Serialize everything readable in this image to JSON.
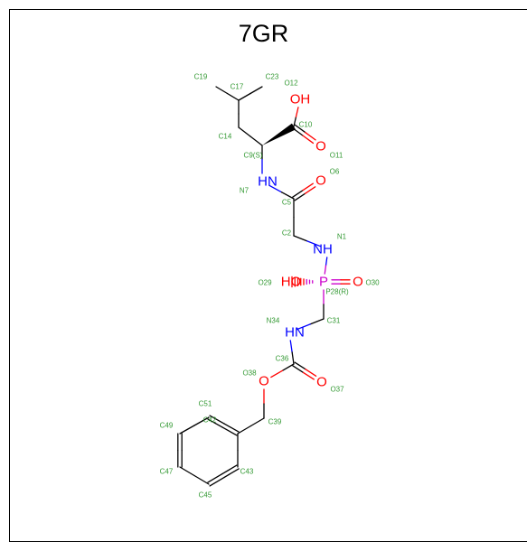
{
  "title": "7GR",
  "colors": {
    "carbon_bond": "#000000",
    "oxygen": "#ff0000",
    "nitrogen": "#0000ff",
    "phosphorus": "#cc00cc",
    "atom_label": "#339933"
  },
  "atoms": [
    {
      "id": "C19",
      "label": "C19",
      "element": "C",
      "shown": ""
    },
    {
      "id": "C23",
      "label": "C23",
      "element": "C",
      "shown": ""
    },
    {
      "id": "C17",
      "label": "C17",
      "element": "C",
      "shown": ""
    },
    {
      "id": "O12",
      "label": "O12",
      "element": "O",
      "shown": "OH"
    },
    {
      "id": "C10",
      "label": "C10",
      "element": "C",
      "shown": ""
    },
    {
      "id": "C14",
      "label": "C14",
      "element": "C",
      "shown": ""
    },
    {
      "id": "C9",
      "label": "C9(S)",
      "element": "C",
      "shown": ""
    },
    {
      "id": "O11",
      "label": "O11",
      "element": "O",
      "shown": "O"
    },
    {
      "id": "O6",
      "label": "O6",
      "element": "O",
      "shown": "O"
    },
    {
      "id": "N7",
      "label": "N7",
      "element": "N",
      "shown": "HN"
    },
    {
      "id": "C5",
      "label": "C5",
      "element": "C",
      "shown": ""
    },
    {
      "id": "N1",
      "label": "N1",
      "element": "N",
      "shown": "NH"
    },
    {
      "id": "C2",
      "label": "C2",
      "element": "C",
      "shown": ""
    },
    {
      "id": "O29",
      "label": "O29",
      "element": "O",
      "shown": "HO"
    },
    {
      "id": "P28",
      "label": "P28(R)",
      "element": "P",
      "shown": "P"
    },
    {
      "id": "O30",
      "label": "O30",
      "element": "O",
      "shown": "O"
    },
    {
      "id": "N34",
      "label": "N34",
      "element": "N",
      "shown": "HN"
    },
    {
      "id": "C31",
      "label": "C31",
      "element": "C",
      "shown": ""
    },
    {
      "id": "C36",
      "label": "C36",
      "element": "C",
      "shown": ""
    },
    {
      "id": "O38",
      "label": "O38",
      "element": "O",
      "shown": "O"
    },
    {
      "id": "O37",
      "label": "O37",
      "element": "O",
      "shown": "O"
    },
    {
      "id": "C51",
      "label": "C51",
      "element": "C",
      "shown": ""
    },
    {
      "id": "C42",
      "label": "C42",
      "element": "C",
      "shown": ""
    },
    {
      "id": "C39",
      "label": "C39",
      "element": "C",
      "shown": ""
    },
    {
      "id": "C49",
      "label": "C49",
      "element": "C",
      "shown": ""
    },
    {
      "id": "C47",
      "label": "C47",
      "element": "C",
      "shown": ""
    },
    {
      "id": "C43",
      "label": "C43",
      "element": "C",
      "shown": ""
    },
    {
      "id": "C45",
      "label": "C45",
      "element": "C",
      "shown": ""
    }
  ],
  "bonds": [
    {
      "from": "C19",
      "to": "C17",
      "order": 1
    },
    {
      "from": "C23",
      "to": "C17",
      "order": 1
    },
    {
      "from": "C17",
      "to": "C14",
      "order": 1
    },
    {
      "from": "C14",
      "to": "C9",
      "order": 1
    },
    {
      "from": "C9",
      "to": "C10",
      "order": 1,
      "stereo": "wedge"
    },
    {
      "from": "C10",
      "to": "O12",
      "order": 1
    },
    {
      "from": "C10",
      "to": "O11",
      "order": 2
    },
    {
      "from": "C9",
      "to": "N7",
      "order": 1
    },
    {
      "from": "N7",
      "to": "C5",
      "order": 1
    },
    {
      "from": "C5",
      "to": "O6",
      "order": 2
    },
    {
      "from": "C5",
      "to": "C2",
      "order": 1
    },
    {
      "from": "C2",
      "to": "N1",
      "order": 1
    },
    {
      "from": "N1",
      "to": "P28",
      "order": 1
    },
    {
      "from": "P28",
      "to": "O29",
      "order": 1,
      "stereo": "hash"
    },
    {
      "from": "P28",
      "to": "O30",
      "order": 2
    },
    {
      "from": "P28",
      "to": "C31",
      "order": 1
    },
    {
      "from": "C31",
      "to": "N34",
      "order": 1
    },
    {
      "from": "N34",
      "to": "C36",
      "order": 1
    },
    {
      "from": "C36",
      "to": "O37",
      "order": 2
    },
    {
      "from": "C36",
      "to": "O38",
      "order": 1
    },
    {
      "from": "O38",
      "to": "C39",
      "order": 1
    },
    {
      "from": "C39",
      "to": "C42",
      "order": 1
    },
    {
      "from": "C42",
      "to": "C51",
      "order": 2
    },
    {
      "from": "C51",
      "to": "C49",
      "order": 1
    },
    {
      "from": "C49",
      "to": "C47",
      "order": 2
    },
    {
      "from": "C47",
      "to": "C45",
      "order": 1
    },
    {
      "from": "C45",
      "to": "C43",
      "order": 2
    },
    {
      "from": "C43",
      "to": "C42",
      "order": 1
    }
  ]
}
